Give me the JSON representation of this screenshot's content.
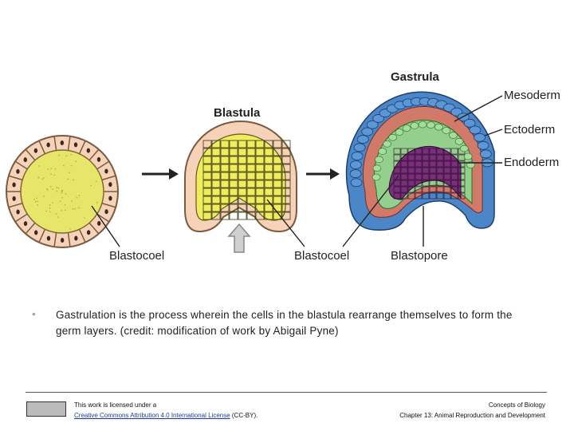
{
  "diagram": {
    "label_blastula": "Blastula",
    "label_gastrula": "Gastrula",
    "label_blastocoel_1": "Blastocoel",
    "label_blastocoel_2": "Blastocoel",
    "label_blastopore": "Blastopore",
    "label_mesoderm": "Mesoderm",
    "label_ectoderm": "Ectoderm",
    "label_endoderm": "Endoderm",
    "colors": {
      "cell_peach": "#f6d3b8",
      "yolk_yellow": "#e8e66a",
      "ectoderm_blue": "#4a86c8",
      "mesoderm_red": "#d27a6a",
      "endoderm_green": "#93d08e",
      "interior_purple": "#7a2f7a"
    }
  },
  "caption": {
    "bullet": "•",
    "text": "Gastrulation is the process wherein the cells in the blastula rearrange themselves to form the germ layers. (credit: modification of work by Abigail Pyne)"
  },
  "footer": {
    "license_line1": "This work is licensed under a",
    "license_link": "Creative Commons Attribution 4.0 International License",
    "license_suffix": " (CC-BY).",
    "book_title": "Concepts of Biology",
    "chapter": "Chapter 13: Animal Reproduction and Development"
  }
}
